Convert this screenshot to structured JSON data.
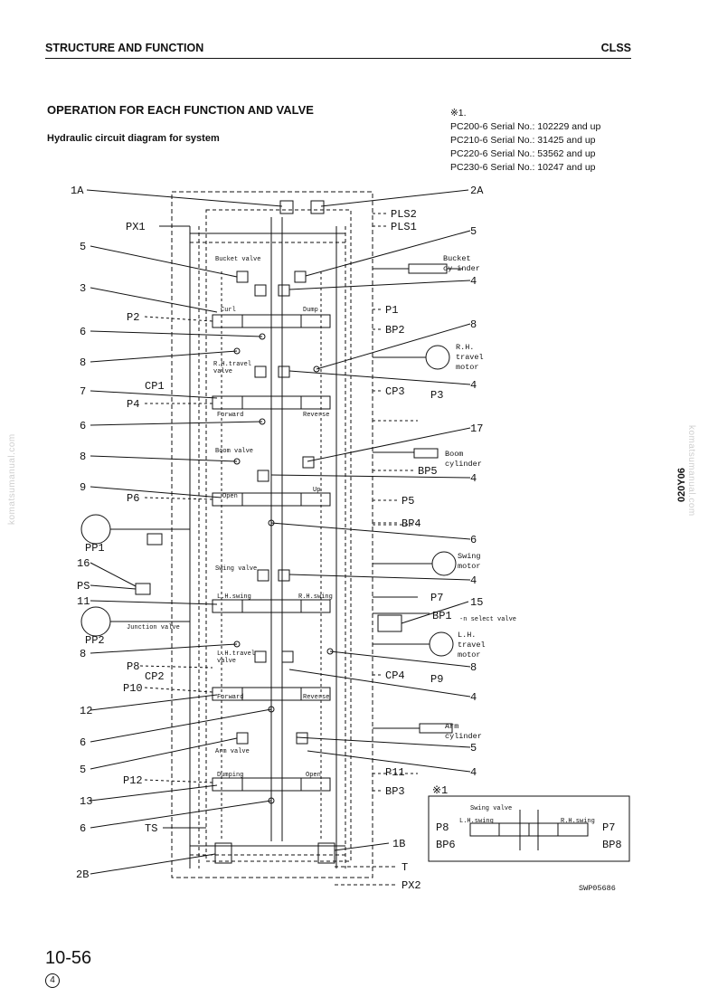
{
  "header": {
    "section": "STRUCTURE AND FUNCTION",
    "topic": "CLSS"
  },
  "title": "OPERATION FOR EACH FUNCTION AND VALVE",
  "subtitle": "Hydraulic circuit diagram for system",
  "notes": {
    "mark": "※1.",
    "lines": [
      "PC200-6 Serial No.: 102229 and up",
      "PC210-6 Serial No.: 31425 and up",
      "PC220-6 Serial No.: 53562 and up",
      "PC230-6 Serial No.: 10247 and up"
    ]
  },
  "watermark": "komatsumanual.com",
  "doc_id": "020Y06",
  "page": {
    "number": "10-56",
    "revision": "4"
  },
  "diagram": {
    "figure_code": "SWP05686",
    "inset_mark": "※1",
    "labels": {
      "1A": "1A",
      "2A": "2A",
      "PX1": "PX1",
      "PLS2": "PLS2",
      "PLS1": "PLS1",
      "5": "5",
      "3": "3",
      "P2": "P2",
      "6": "6",
      "8": "8",
      "7": "7",
      "P4": "P4",
      "CP1": "CP1",
      "9": "9",
      "P6": "P6",
      "PP1": "PP1",
      "16": "16",
      "PS": "PS",
      "11": "11",
      "PP2": "PP2",
      "P8": "P8",
      "CP2": "CP2",
      "P10": "P10",
      "12": "12",
      "13": "13",
      "P12": "P12",
      "TS": "TS",
      "2B": "2B",
      "1B": "1B",
      "T": "T",
      "PX2": "PX2",
      "4": "4",
      "P1": "P1",
      "BP2": "BP2",
      "CP3": "CP3",
      "P3": "P3",
      "17": "17",
      "BP5": "BP5",
      "P5": "P5",
      "BP4": "BP4",
      "15": "15",
      "P7": "P7",
      "BP1": "BP1",
      "CP4": "CP4",
      "P9": "P9",
      "P11": "P11",
      "BP3": "BP3",
      "BP8": "BP8",
      "BP6": "BP6"
    },
    "small_text": {
      "bucket_valve": "Bucket valve",
      "bucket_cyl_1": "Bucket",
      "bucket_cyl_2": "cy inder",
      "curl": "Curl",
      "dump": "Dump",
      "rh_travel_valve_1": "R.H.travel",
      "rh_travel_valve_2": "valve",
      "rh_travel_motor_1": "R.H.",
      "rh_travel_motor_2": "travel",
      "rh_travel_motor_3": "motor",
      "forward": "Forward",
      "reverse": "Reverse",
      "boom_valve": "Boom valve",
      "boom_cyl_1": "Boom",
      "boom_cyl_2": "cylinder",
      "open": "Open",
      "up": "Up",
      "swing_valve": "Swing valve",
      "swing_motor_1": "Swing",
      "swing_motor_2": "motor",
      "lh_swing": "L.H.swing",
      "rh_swing": "R.H.swing",
      "junction_valve": "Junction valve",
      "select_valve": "-n select valve",
      "lh_travel_valve_1": "L.H.travel",
      "lh_travel_valve_2": "valve",
      "lh_travel_motor_1": "L.H.",
      "lh_travel_motor_2": "travel",
      "lh_travel_motor_3": "motor",
      "arm_cyl_1": "Arm",
      "arm_cyl_2": "cylinder",
      "arm_valve": "Arm valve",
      "dumping": "Dumping",
      "inset_swing_valve": "Swing valve",
      "inset_lh_swing": "L.H.swing",
      "inset_rh_swing": "R.H.swing"
    }
  }
}
